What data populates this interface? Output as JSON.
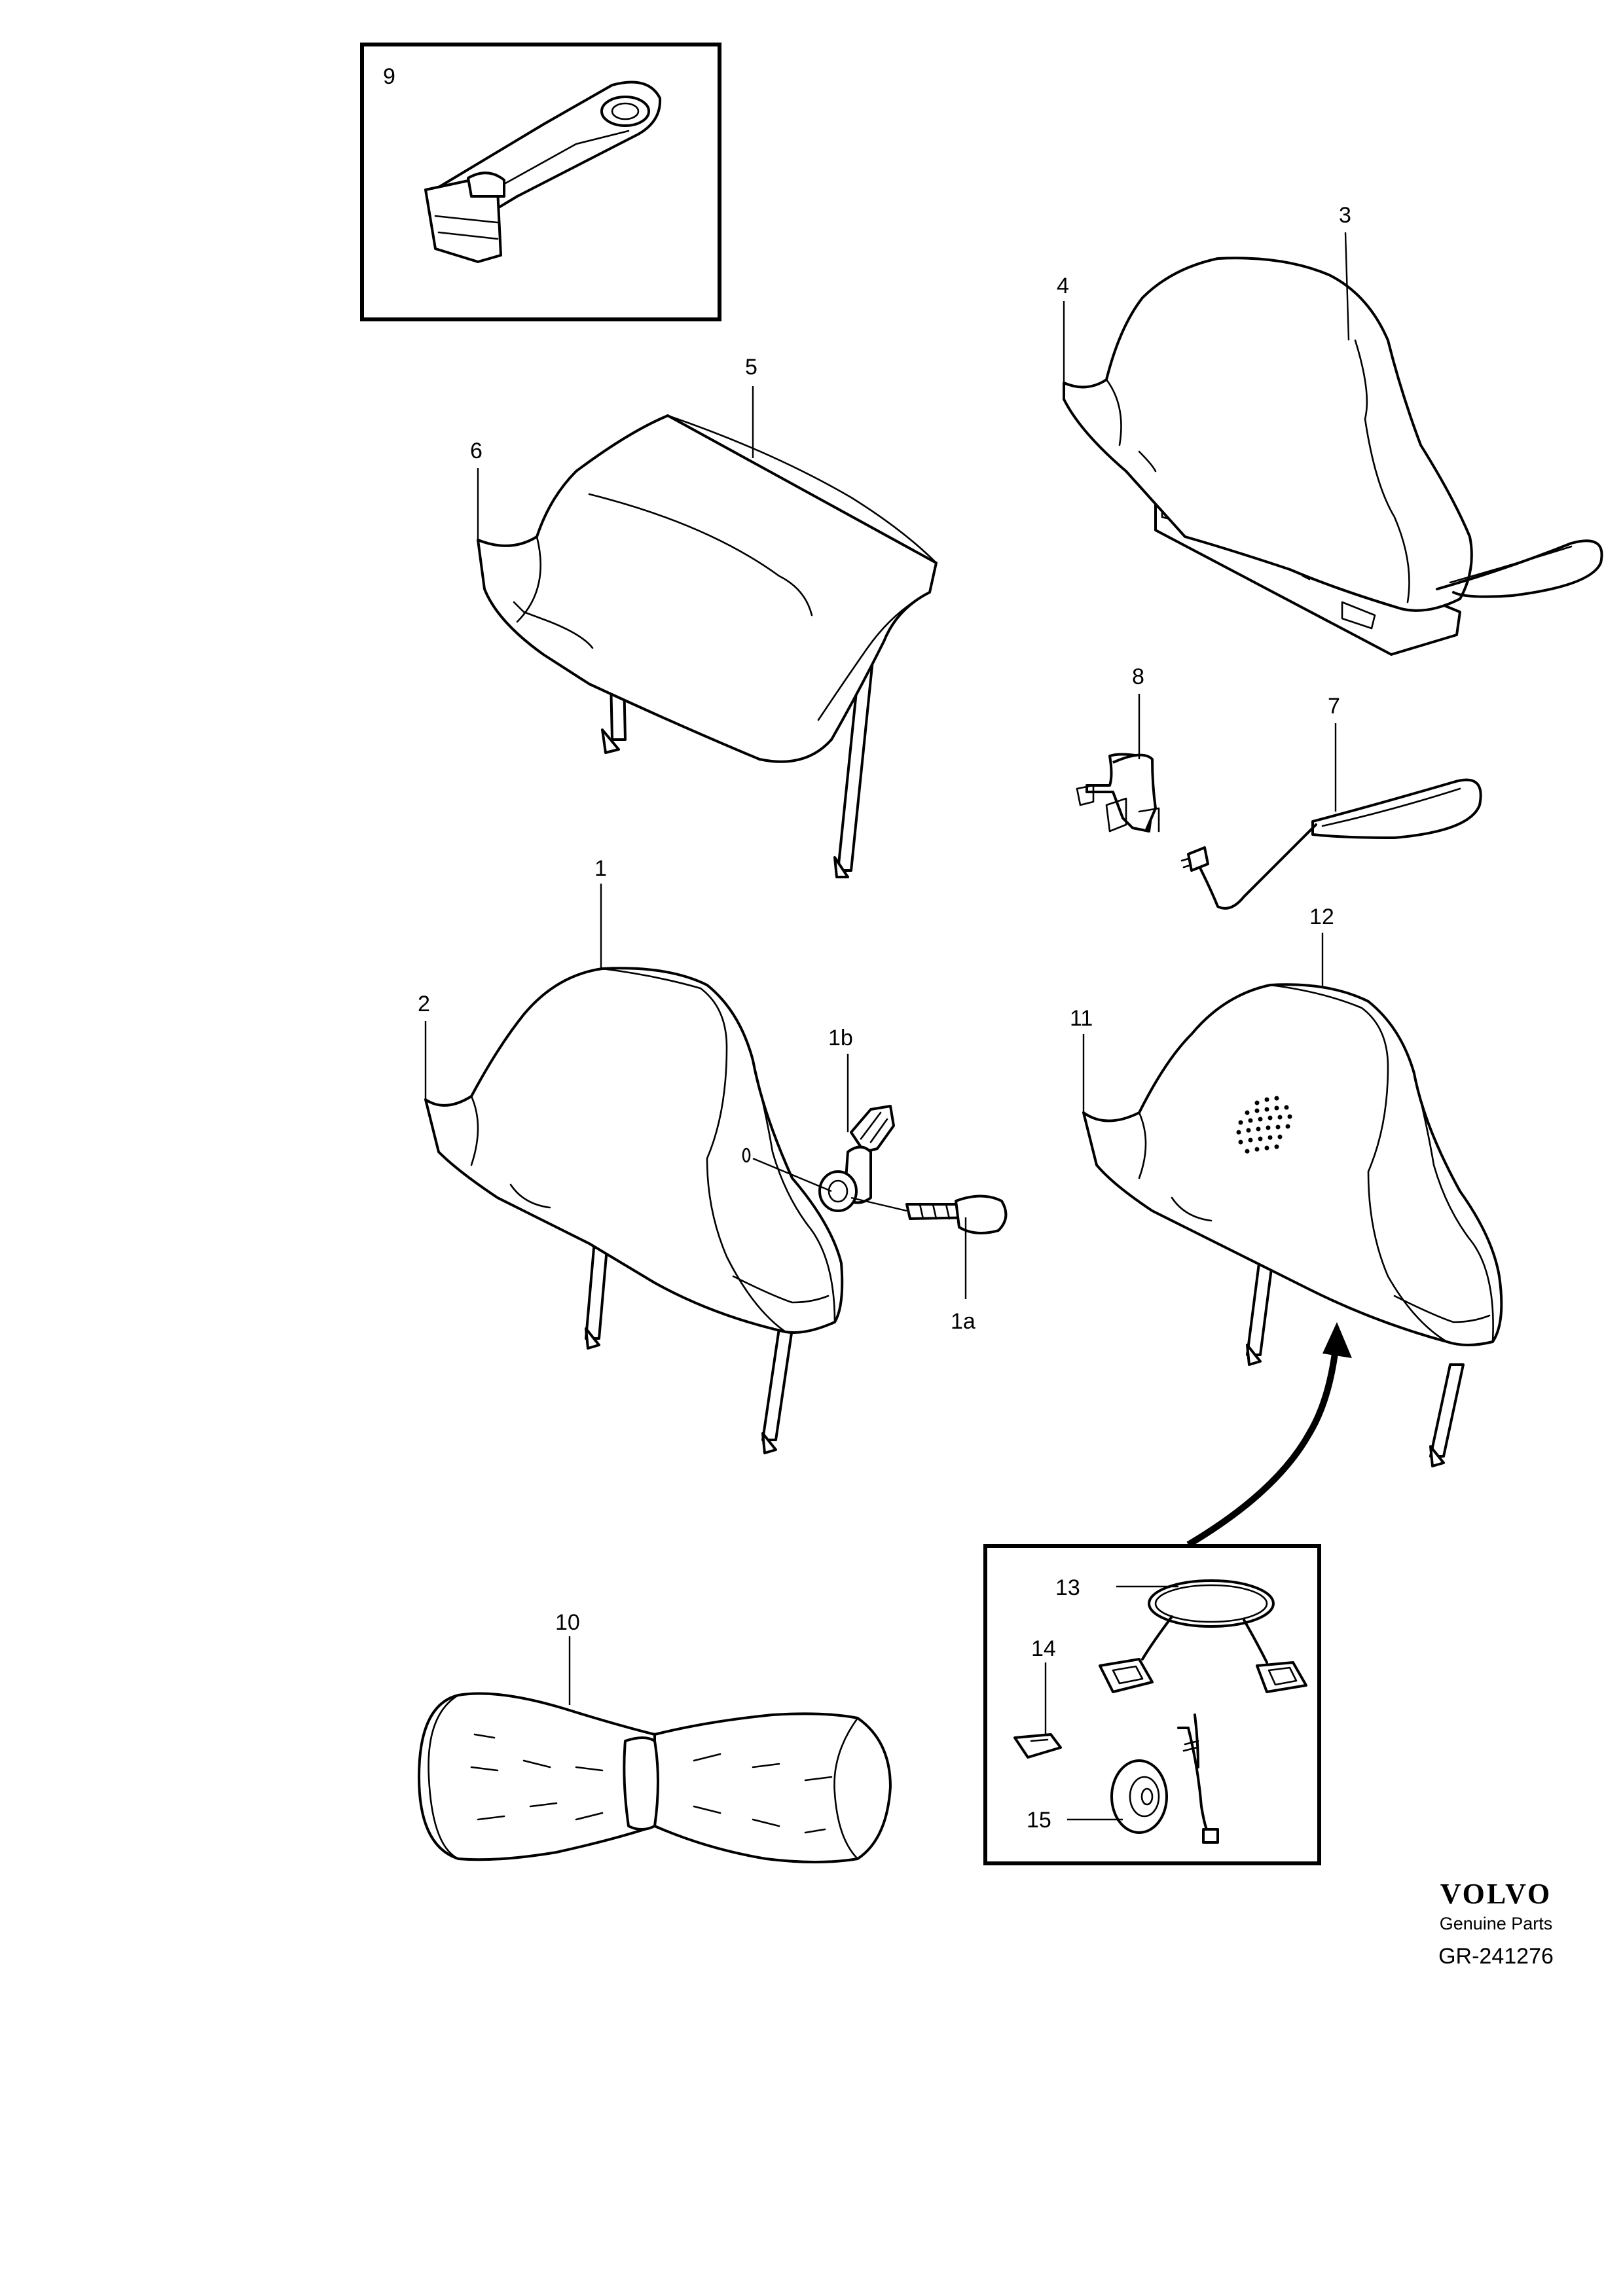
{
  "callouts": [
    {
      "id": "c9",
      "text": "9"
    },
    {
      "id": "c3",
      "text": "3"
    },
    {
      "id": "c4",
      "text": "4"
    },
    {
      "id": "c5",
      "text": "5"
    },
    {
      "id": "c6",
      "text": "6"
    },
    {
      "id": "c8",
      "text": "8"
    },
    {
      "id": "c7",
      "text": "7"
    },
    {
      "id": "c1",
      "text": "1"
    },
    {
      "id": "c12",
      "text": "12"
    },
    {
      "id": "c2",
      "text": "2"
    },
    {
      "id": "c11",
      "text": "11"
    },
    {
      "id": "c1b",
      "text": "1b"
    },
    {
      "id": "c1a",
      "text": "1a"
    },
    {
      "id": "c13",
      "text": "13"
    },
    {
      "id": "c10",
      "text": "10"
    },
    {
      "id": "c14",
      "text": "14"
    },
    {
      "id": "c15",
      "text": "15"
    }
  ],
  "branding": {
    "logo": "VOLVO",
    "subtitle": "Genuine Parts",
    "reference": "GR-241276"
  }
}
